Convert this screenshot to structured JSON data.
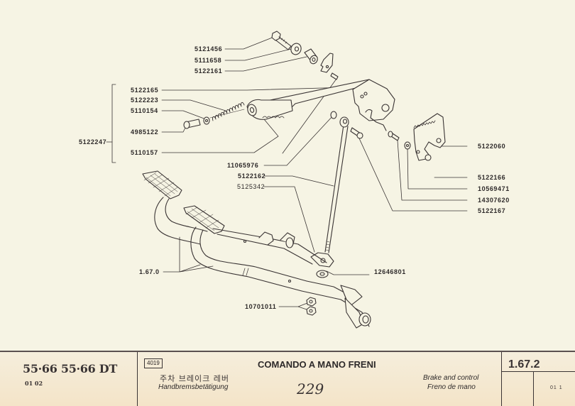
{
  "diagram": {
    "part_labels": {
      "p5121456": "5121456",
      "p5111658": "5111658",
      "p5122161": "5122161",
      "p5122165": "5122165",
      "p5122223": "5122223",
      "p5110154": "5110154",
      "p4985122": "4985122",
      "p5122247": "5122247",
      "p5110157": "5110157",
      "p11065976": "11065976",
      "p5122162": "5122162",
      "p5125342": "5125342",
      "p5122060": "5122060",
      "p5122166": "5122166",
      "p10569471": "10569471",
      "p14307620": "14307620",
      "p5122167": "5122167",
      "p1670": "1.67.0",
      "p12646801": "12646801",
      "p10701011": "10701011"
    },
    "line_color": "#3a3434"
  },
  "footer": {
    "model": "55·66  55·66 DT",
    "model_sub": "01 02",
    "code": "4019",
    "title_it": "COMANDO A MANO FRENI",
    "title_ko": "주차 브레이크 레버",
    "title_de": "Handbremsbetätigung",
    "title_en": "Brake and control",
    "title_es": "Freno de mano",
    "page_handwritten": "229",
    "ref_number": "1.67.2",
    "revision": "01 1"
  }
}
